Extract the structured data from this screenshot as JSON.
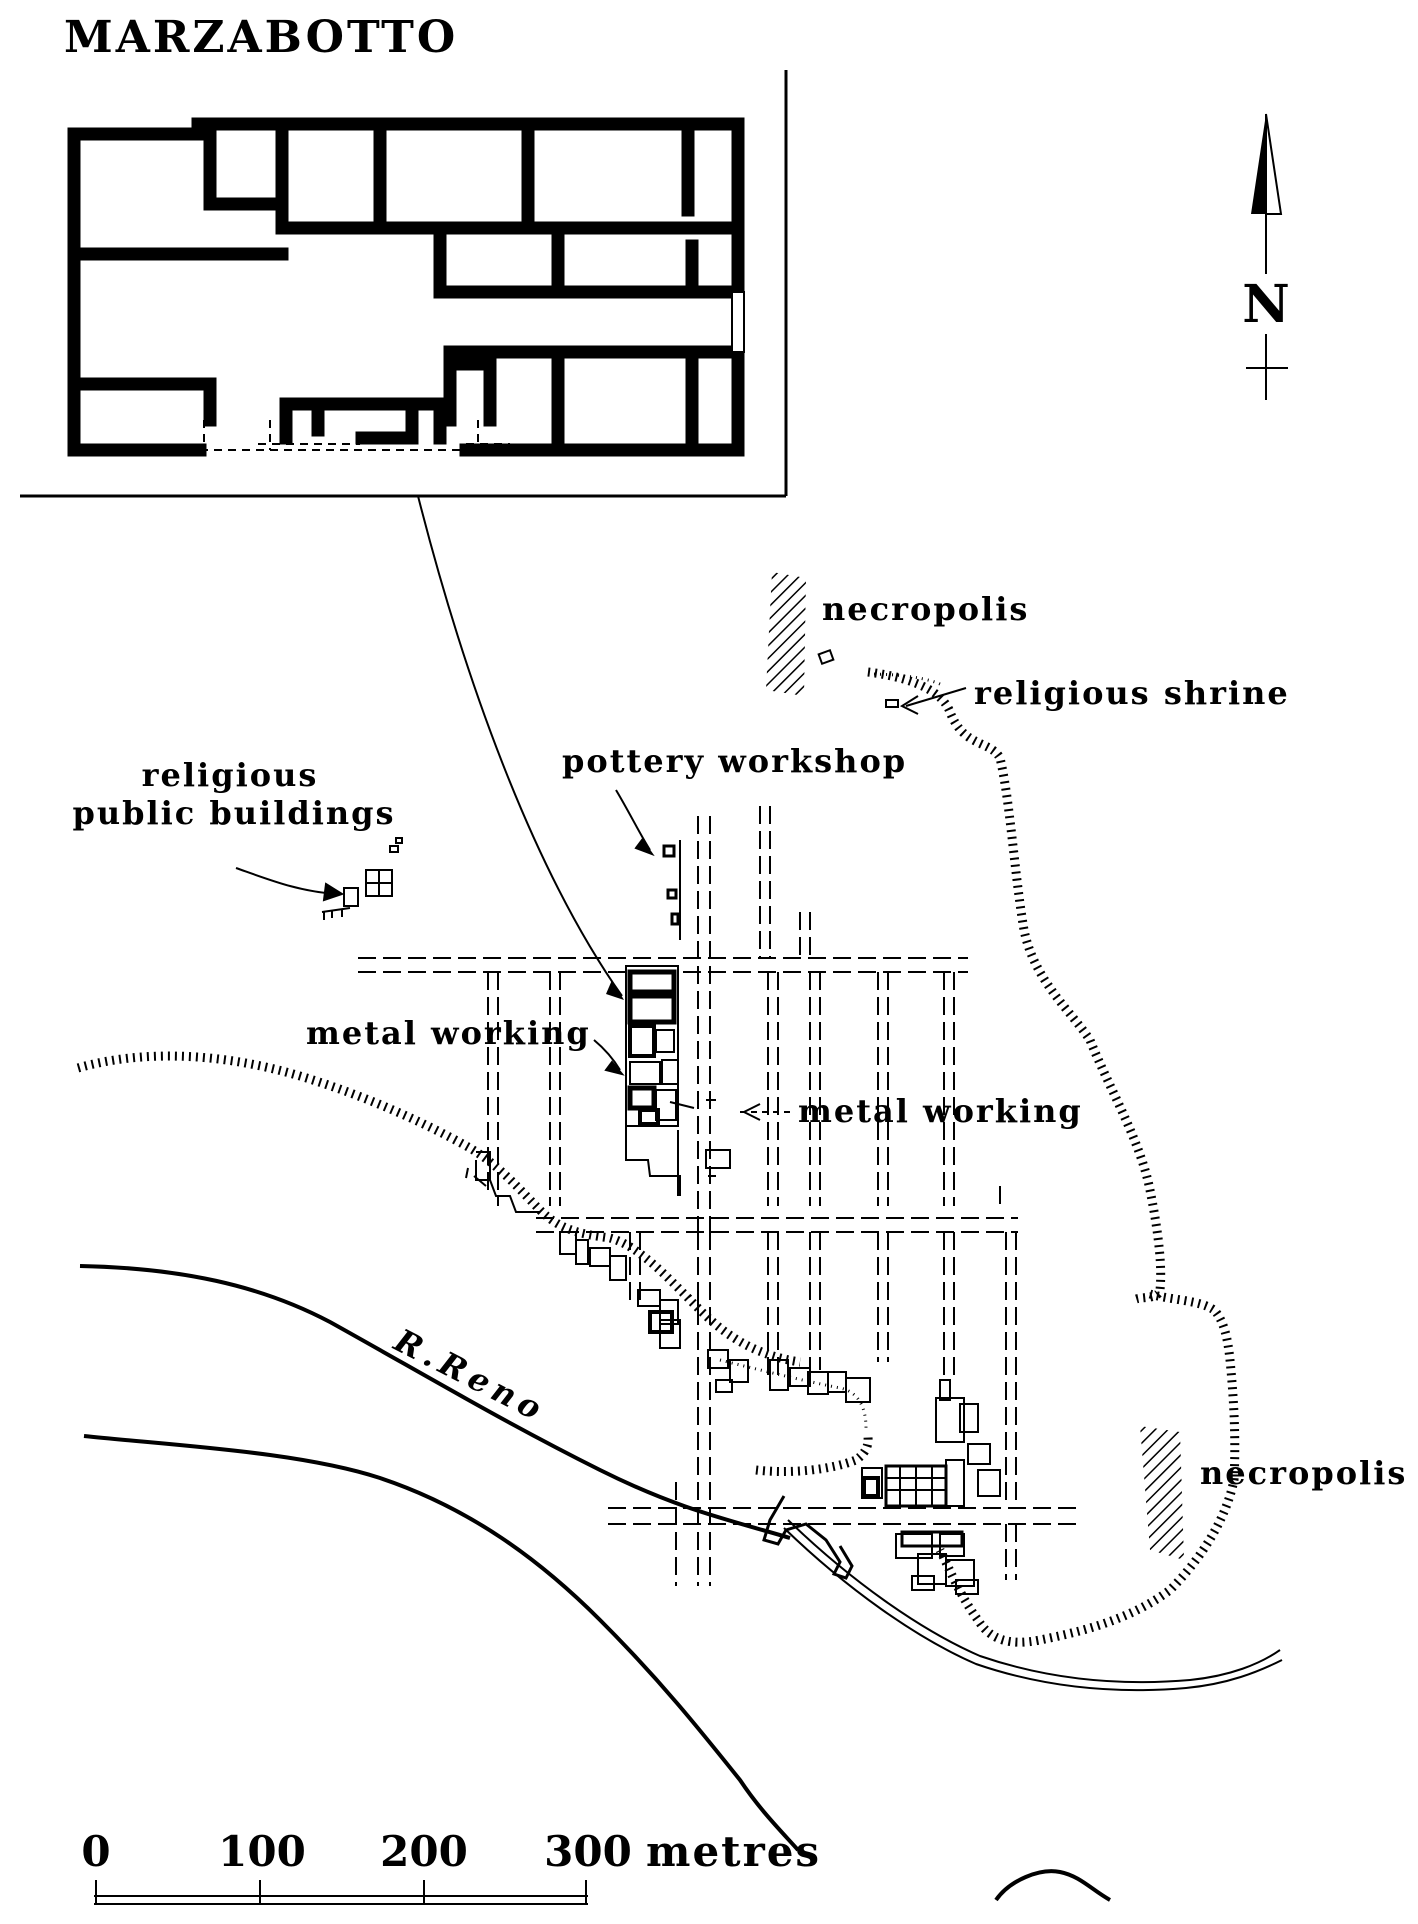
{
  "title": "MARZABOTTO",
  "north_label": "N",
  "labels": {
    "necropolis_north": "necropolis",
    "religious_shrine": "religious shrine",
    "pottery_workshop": "pottery workshop",
    "religious_public_buildings_line1": "religious",
    "religious_public_buildings_line2": "public buildings",
    "metal_working_west": "metal working",
    "metal_working_east": "metal working",
    "river": "R.Reno",
    "necropolis_south": "necropolis"
  },
  "scale_bar": {
    "ticks": [
      "0",
      "100",
      "200",
      "300"
    ],
    "unit": "metres"
  },
  "colors": {
    "ink": "#000000",
    "paper": "#ffffff"
  }
}
